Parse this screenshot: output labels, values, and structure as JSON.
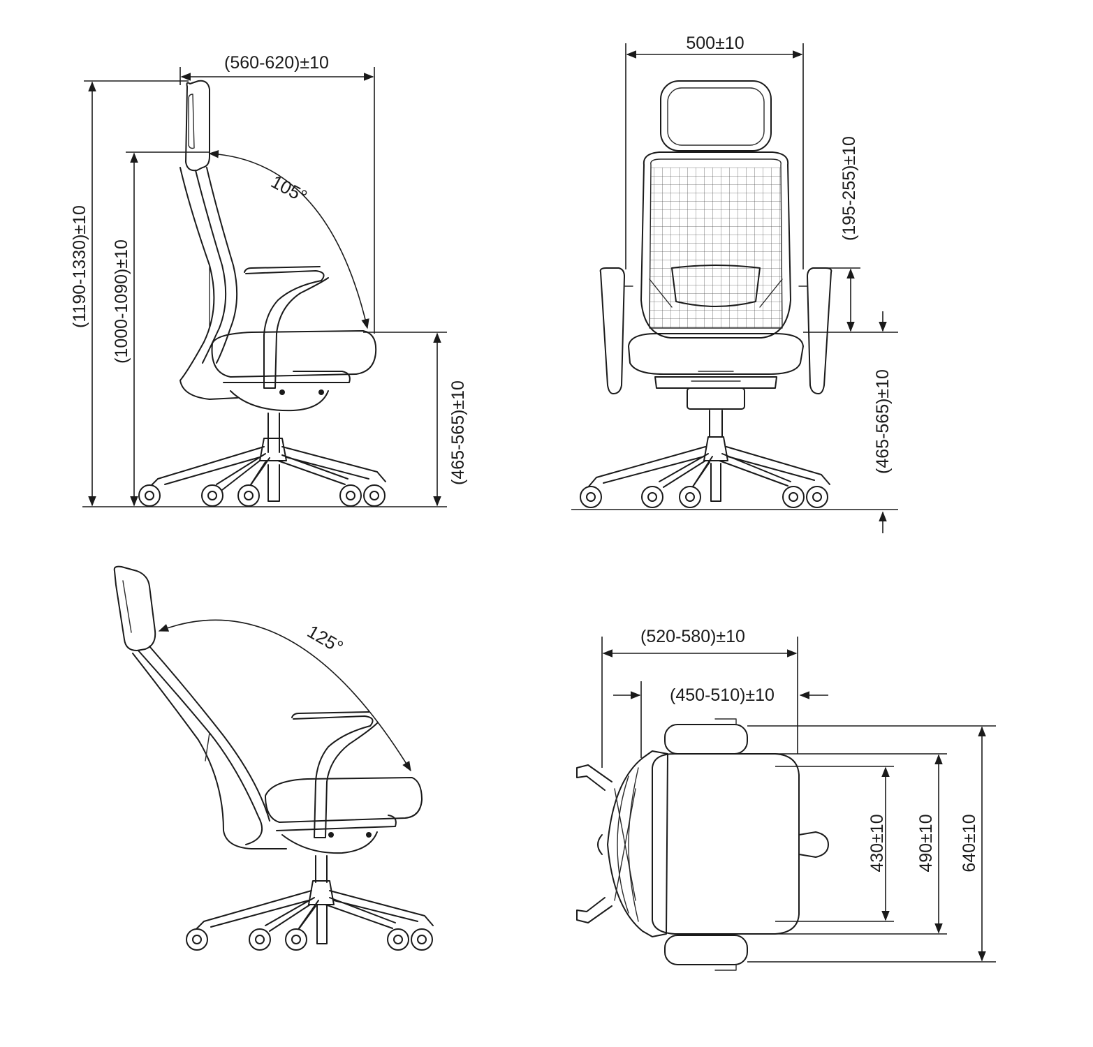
{
  "colors": {
    "line": "#1a1a1a",
    "background": "#ffffff"
  },
  "views": {
    "side": {
      "depth": "(560-620)±10",
      "overall_height": "(1190-1330)±10",
      "back_height": "(1000-1090)±10",
      "seat_height": "(465-565)±10",
      "recline_angle": "105°"
    },
    "front": {
      "width": "500±10",
      "armrest_height": "(195-255)±10",
      "seat_height": "(465-565)±10"
    },
    "reclined": {
      "recline_angle": "125°"
    },
    "top": {
      "outer_depth": "(520-580)±10",
      "inner_depth": "(450-510)±10",
      "seat_width": "430±10",
      "seat_outer_width": "490±10",
      "overall_width": "640±10"
    }
  }
}
